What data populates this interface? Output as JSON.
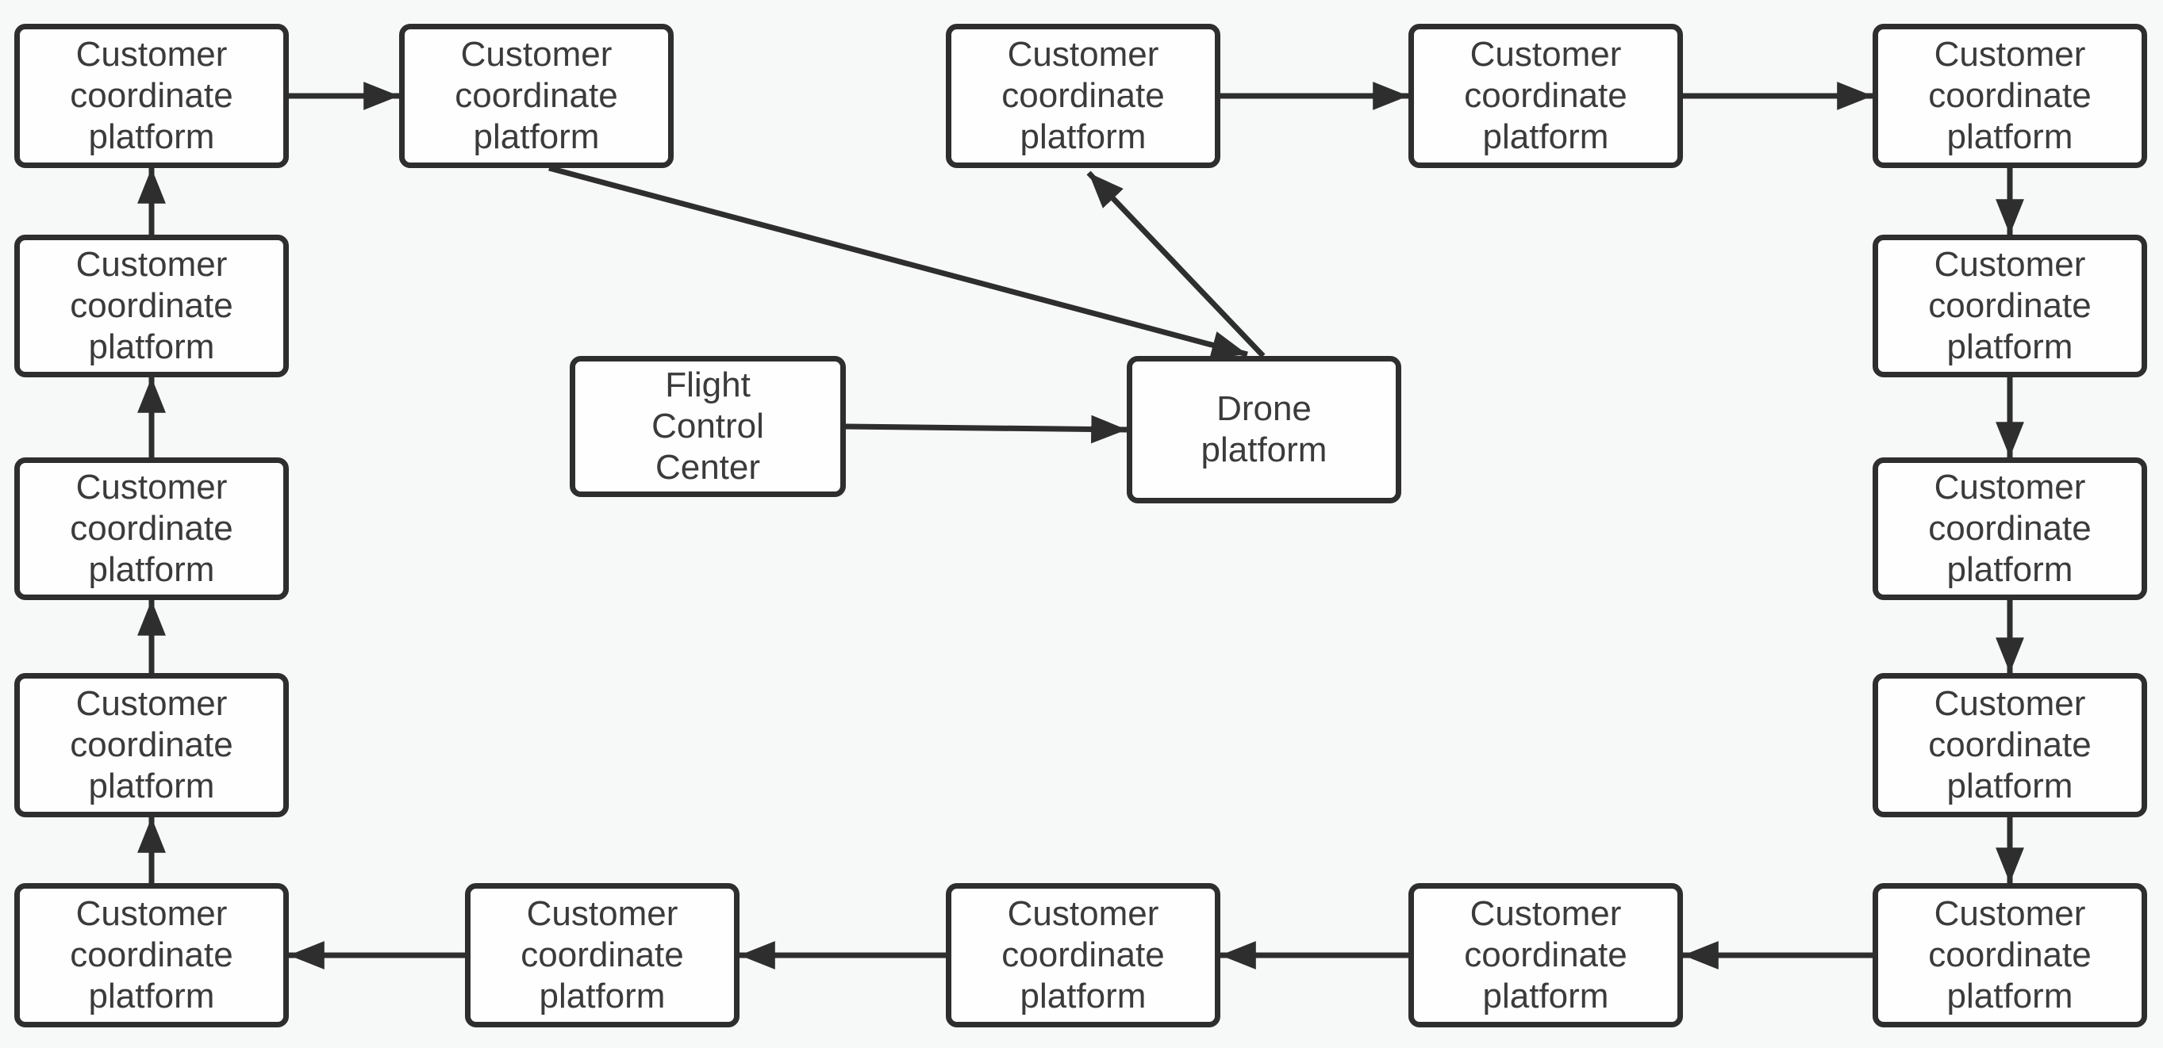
{
  "diagram": {
    "type": "flowchart",
    "nodes": [
      {
        "id": "top-left",
        "label": "Customer\ncoordinate\nplatform"
      },
      {
        "id": "top-2",
        "label": "Customer\ncoordinate\nplatform"
      },
      {
        "id": "top-3",
        "label": "Customer\ncoordinate\nplatform"
      },
      {
        "id": "top-4",
        "label": "Customer\ncoordinate\nplatform"
      },
      {
        "id": "top-right",
        "label": "Customer\ncoordinate\nplatform"
      },
      {
        "id": "left-2",
        "label": "Customer\ncoordinate\nplatform"
      },
      {
        "id": "left-3",
        "label": "Customer\ncoordinate\nplatform"
      },
      {
        "id": "left-4",
        "label": "Customer\ncoordinate\nplatform"
      },
      {
        "id": "bottom-left",
        "label": "Customer\ncoordinate\nplatform"
      },
      {
        "id": "right-2",
        "label": "Customer\ncoordinate\nplatform"
      },
      {
        "id": "right-3",
        "label": "Customer\ncoordinate\nplatform"
      },
      {
        "id": "right-4",
        "label": "Customer\ncoordinate\nplatform"
      },
      {
        "id": "bottom-right",
        "label": "Customer\ncoordinate\nplatform"
      },
      {
        "id": "bottom-4",
        "label": "Customer\ncoordinate\nplatform"
      },
      {
        "id": "bottom-3",
        "label": "Customer\ncoordinate\nplatform"
      },
      {
        "id": "bottom-2",
        "label": "Customer\ncoordinate\nplatform"
      },
      {
        "id": "fcc",
        "label": "Flight\nControl\nCenter"
      },
      {
        "id": "drone",
        "label": "Drone\nplatform"
      }
    ],
    "edges": [
      {
        "from": "top-left",
        "to": "top-2"
      },
      {
        "from": "top-2",
        "to": "drone"
      },
      {
        "from": "fcc",
        "to": "drone"
      },
      {
        "from": "drone",
        "to": "top-3"
      },
      {
        "from": "top-3",
        "to": "top-4"
      },
      {
        "from": "top-4",
        "to": "top-right"
      },
      {
        "from": "top-right",
        "to": "right-2"
      },
      {
        "from": "right-2",
        "to": "right-3"
      },
      {
        "from": "right-3",
        "to": "right-4"
      },
      {
        "from": "right-4",
        "to": "bottom-right"
      },
      {
        "from": "bottom-right",
        "to": "bottom-4"
      },
      {
        "from": "bottom-4",
        "to": "bottom-3"
      },
      {
        "from": "bottom-3",
        "to": "bottom-2"
      },
      {
        "from": "bottom-2",
        "to": "bottom-left"
      },
      {
        "from": "bottom-left",
        "to": "left-4"
      },
      {
        "from": "left-4",
        "to": "left-3"
      },
      {
        "from": "left-3",
        "to": "left-2"
      },
      {
        "from": "left-2",
        "to": "top-left"
      }
    ],
    "colors": {
      "background": "#f7f8f8",
      "node_fill": "#fefefe",
      "node_border": "#2e2e2e",
      "text": "#3b3b3b",
      "arrow": "#2e2e2e"
    }
  }
}
